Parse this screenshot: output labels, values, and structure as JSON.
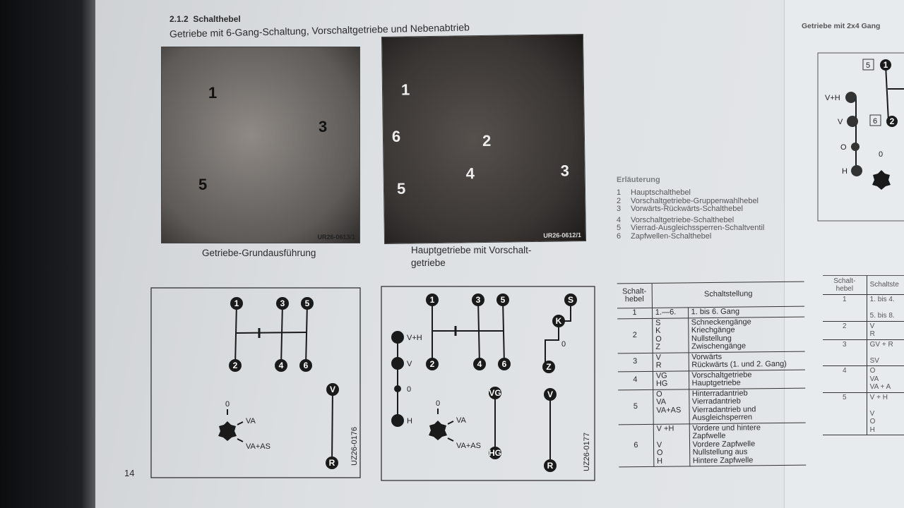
{
  "section": {
    "number": "2.1.2",
    "title": "Schalthebel",
    "subtitle": "Getriebe mit 6-Gang-Schaltung, Vorschaltgetriebe und Nebenabtrieb"
  },
  "photos": [
    {
      "caption": "Getriebe-Grundausführung",
      "code": "UR26-0613/1",
      "labels": [
        "1",
        "3",
        "5"
      ]
    },
    {
      "caption_line1": "Hauptgetriebe mit Vorschalt-",
      "caption_line2": "getriebe",
      "code": "UR26-0612/1",
      "labels": [
        "1",
        "6",
        "2",
        "4",
        "3",
        "5"
      ]
    }
  ],
  "diagram1": {
    "gears": [
      "1",
      "2",
      "3",
      "4",
      "5",
      "6"
    ],
    "reverse": [
      "V",
      "R"
    ],
    "knob": {
      "zero": "0",
      "va": "VA",
      "vaas": "VA+AS"
    },
    "code": "UZ26-0176"
  },
  "diagram2": {
    "gears": [
      "1",
      "2",
      "3",
      "4",
      "5",
      "6"
    ],
    "group": [
      "S",
      "K",
      "0",
      "Z"
    ],
    "pto": [
      "V+H",
      "V",
      "0",
      "H"
    ],
    "range": [
      "VG",
      "HG"
    ],
    "reverse": [
      "V",
      "R"
    ],
    "knob": {
      "zero": "0",
      "va": "VA",
      "vaas": "VA+AS"
    },
    "code": "UZ26-0177"
  },
  "legend": {
    "title": "Erläuterung",
    "items": [
      {
        "n": "1",
        "t": "Hauptschalthebel"
      },
      {
        "n": "2",
        "t": "Vorschaltgetriebe-Gruppenwahlhebel"
      },
      {
        "n": "3",
        "t": "Vorwärts-Rückwärts-Schalthebel"
      },
      {
        "n": "4",
        "t": "Vorschaltgetriebe-Schalthebel"
      },
      {
        "n": "5",
        "t": "Vierrad-Ausgleichssperren-Schaltventil"
      },
      {
        "n": "6",
        "t": "Zapfwellen-Schalthebel"
      }
    ]
  },
  "table": {
    "h1": "Schalt-\nhebel",
    "h2": "Schaltstellung",
    "rows": [
      {
        "lever": "1",
        "pos": "1.—6.",
        "desc": "1. bis 6. Gang"
      },
      {
        "lever": "2",
        "pos": "S\nK\nO\nZ",
        "desc": "Schneckengänge\nKriechgänge\nNullstellung\nZwischengänge"
      },
      {
        "lever": "3",
        "pos": "V\nR",
        "desc": "Vorwärts\nRückwärts (1. und 2. Gang)"
      },
      {
        "lever": "4",
        "pos": "VG\nHG",
        "desc": "Vorschaltgetriebe\nHauptgetriebe"
      },
      {
        "lever": "5",
        "pos": "O\nVA\nVA+AS",
        "desc": "Hinterradantrieb\nVierradantrieb\nVierradantrieb und\nAusgleichsperren"
      },
      {
        "lever": "6",
        "pos": "V  +H\n\nV\nO\nH",
        "desc": "Vordere und hintere\nZapfwelle\nVordere Zapfwelle\nNullstellung   aus\nHintere Zapfwelle"
      }
    ]
  },
  "page_number": "14",
  "right_page": {
    "title": "Getriebe mit 2x4 Gang",
    "diagram": {
      "boxed": [
        "5",
        "6"
      ],
      "gears": [
        "1",
        "2"
      ],
      "pto": [
        "V+H",
        "V",
        "O",
        "H"
      ],
      "knob_zero": "0"
    },
    "table": {
      "h1": "Schalt-\nhebel",
      "h2": "Schaltste",
      "rows": [
        {
          "lever": "1",
          "pos": "1. bis 4.\n\n5. bis 8."
        },
        {
          "lever": "2",
          "pos": "V\nR"
        },
        {
          "lever": "3",
          "pos": "GV + R\n\nSV"
        },
        {
          "lever": "4",
          "pos": "O\nVA\nVA + A"
        },
        {
          "lever": "5",
          "pos": "V + H\n\nV\nO\nH"
        }
      ]
    }
  }
}
